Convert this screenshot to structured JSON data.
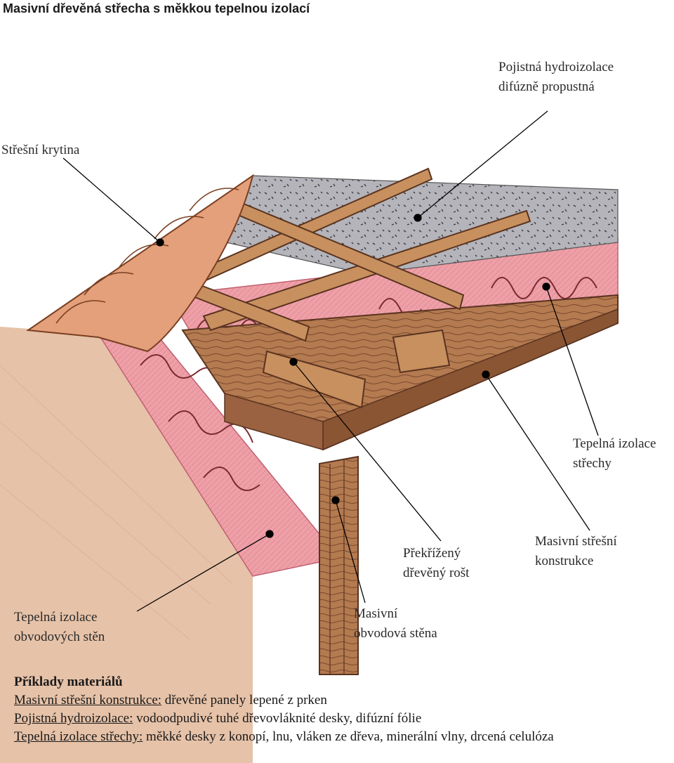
{
  "title": "Masivní dřevěná střecha s měkkou tepelnou izolací",
  "labels": {
    "hydro": [
      "Pojistná hydroizolace",
      "difúzně propustná"
    ],
    "krytina": [
      "Střešní krytina"
    ],
    "izolace_strechy": [
      "Tepelná izolace",
      "střechy"
    ],
    "konstrukce": [
      "Masivní střešní",
      "konstrukce"
    ],
    "rost": [
      "Překřížený",
      "dřevěný rošt"
    ],
    "izolace_sten": [
      "Tepelná izolace",
      "obvodových stěn"
    ],
    "stena": [
      "Masivní",
      "obvodová stěna"
    ]
  },
  "legend": {
    "heading": "Příklady materiálů",
    "rows": [
      {
        "term": "Masivní střešní konstrukce:",
        "text": " dřevěné panely lepené z prken"
      },
      {
        "term": "Pojistná hydroizolace:",
        "text": " vodoodpudivé tuhé dřevovláknité desky, difúzní fólie"
      },
      {
        "term": "Tepelná izolace střechy:",
        "text": " měkké desky z konopí, lnu, vláken ze dřeva, minerální vlny, drcená celulóza"
      }
    ]
  },
  "colors": {
    "shingle": "#e3a07a",
    "shingle_edge": "#7a3f22",
    "pink_insulation": "#eea0a8",
    "insulation_squiggle": "#7a2a30",
    "wood": "#b07850",
    "wood_dark": "#5a3320",
    "membrane": "#b4b4ba",
    "plaster": "#e2bca2",
    "leader": "#000000"
  }
}
